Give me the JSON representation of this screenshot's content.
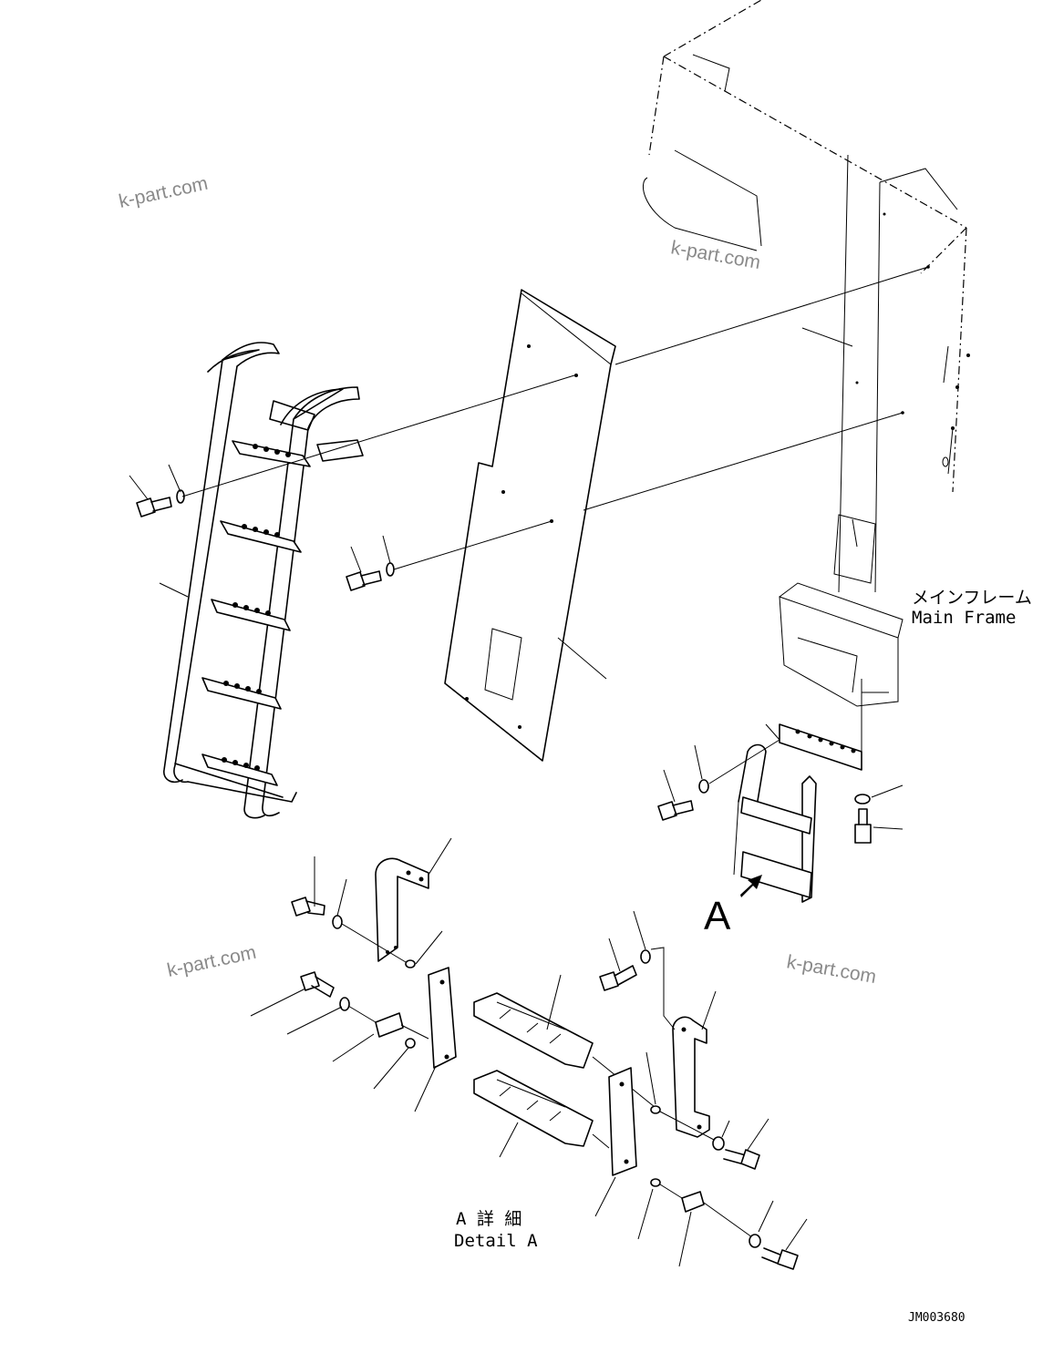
{
  "labels": {
    "main_frame_jp": "メインフレーム",
    "main_frame_en": "Main Frame",
    "view_marker": "A",
    "detail_jp": "A 詳 細",
    "detail_en": "Detail A",
    "drawing_code": "JM003680"
  },
  "watermarks": [
    "k-part.com",
    "k-part.com",
    "k-part.com",
    "k-part.com"
  ],
  "icons": {
    "view_arrow": "arrow-icon"
  }
}
